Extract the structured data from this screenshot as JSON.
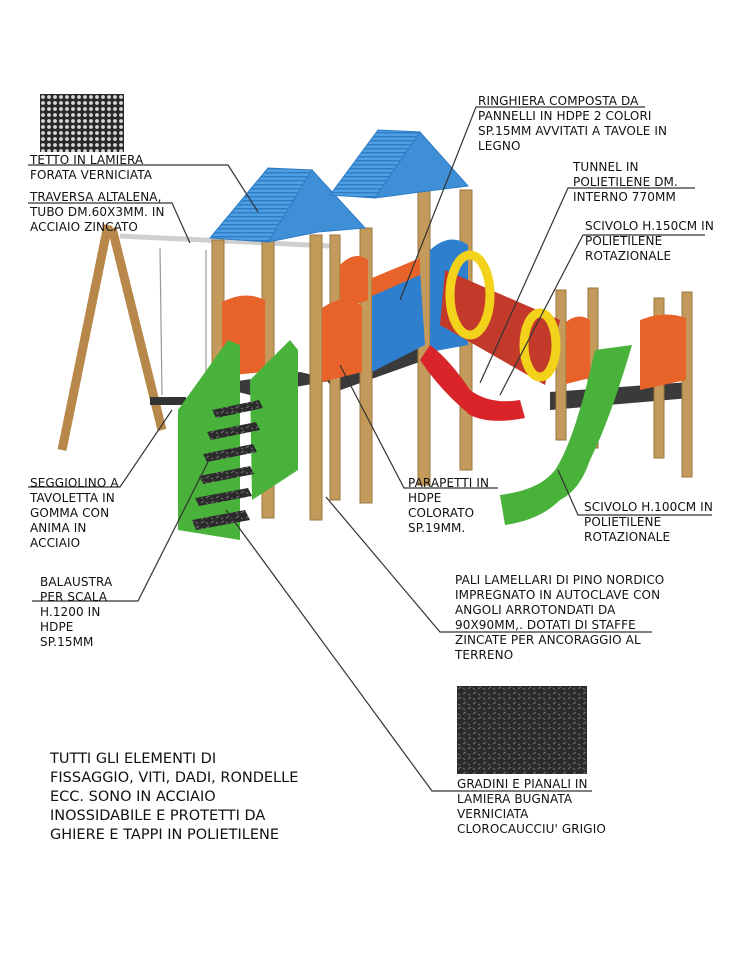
{
  "labels": {
    "roof": "TETTO IN LAMIERA\nFORATA VERNICIATA",
    "swing_beam": "TRAVERSA ALTALENA,\nTUBO DM.60X3MM. IN\nACCIAIO ZINCATO",
    "railing": "RINGHIERA COMPOSTA DA\nPANNELLI IN HDPE 2 COLORI\nSP.15MM AVVITATI A TAVOLE IN\nLEGNO",
    "tunnel": "TUNNEL IN\nPOLIETILENE DM.\nINTERNO 770MM",
    "slide_150": "SCIVOLO H.150CM IN\nPOLIETILENE\nROTAZIONALE",
    "seat": "SEGGIOLINO A\nTAVOLETTA IN\nGOMMA CON\nANIMA IN\nACCIAIO",
    "parapets": "PARAPETTI IN\nHDPE\nCOLORATO\nSP.19MM.",
    "slide_100": "SCIVOLO H.100CM IN\nPOLIETILENE\nROTAZIONALE",
    "balustrade": "BALAUSTRA\nPER SCALA\nH.1200 IN\nHDPE\nSP.15MM",
    "posts": "PALI LAMELLARI DI PINO NORDICO\nIMPREGNATO IN AUTOCLAVE CON\nANGOLI ARROTONDATI DA\n90X90MM,. DOTATI DI STAFFE\nZINCATE PER ANCORAGGIO AL\nTERRENO",
    "steps": "GRADINI E PIANALI IN\nLAMIERA BUGNATA\nVERNICIATA\nCLOROCAUCCIU' GRIGIO"
  },
  "note": "TUTTI GLI ELEMENTI DI\nFISSAGGIO, VITI, DADI, RONDELLE\nECC. SONO IN ACCIAIO\nINOSSIDABILE E PROTETTI DA\nGHIERE E TAPPI IN POLIETILENE",
  "colors": {
    "wood": "#c49a5a",
    "roof_blue": "#3f8fd6",
    "panel_orange": "#e8632a",
    "panel_blue": "#2f7fcf",
    "slide_red": "#d9242a",
    "slide_green": "#49b23a",
    "tunnel_yellow": "#f2d21b",
    "deck_grey": "#3a3a3a"
  }
}
